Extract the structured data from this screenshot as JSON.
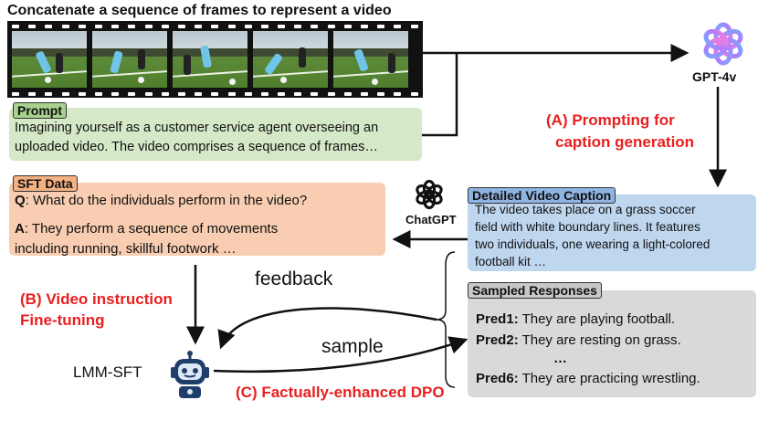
{
  "title": "Concatenate a sequence of frames to represent a video",
  "prompt": {
    "label": "Prompt",
    "line1": "Imagining yourself as a customer service agent overseeing an",
    "line2": "uploaded video. The video comprises a sequence of frames…"
  },
  "gpt4v": {
    "name": "GPT-4v",
    "icon": "openai-logo-gradient"
  },
  "step_a": {
    "line1": "(A) Prompting for",
    "line2": "caption generation"
  },
  "sft_data": {
    "label": "SFT Data",
    "q_prefix": "Q",
    "q_text": ": What do the individuals perform in the video?",
    "a_prefix": "A",
    "a_line1": ": They perform a sequence of movements",
    "a_line2": "including running, skillful footwork …"
  },
  "chatgpt": {
    "name": "ChatGPT",
    "icon": "openai-logo"
  },
  "caption": {
    "label": "Detailed Video Caption",
    "lines": [
      "The video takes place on a grass soccer",
      "field with white boundary lines. It features",
      "two individuals, one wearing a light-colored",
      "football kit …"
    ]
  },
  "step_b": {
    "line1": "(B) Video instruction",
    "line2": "Fine-tuning"
  },
  "feedback_label": "feedback",
  "sample_label": "sample",
  "responses": {
    "label": "Sampled Responses",
    "items": [
      {
        "pred": "Pred1:",
        "text": " They are playing football."
      },
      {
        "pred": "Pred2:",
        "text": " They are resting on grass."
      },
      {
        "pred": "",
        "text": "…"
      },
      {
        "pred": "Pred6:",
        "text": " They are practicing wrestling."
      }
    ]
  },
  "lmm": {
    "name": "LMM-SFT",
    "icon": "robot-icon"
  },
  "step_c": "(C) Factually-enhanced DPO",
  "colors": {
    "accent_red": "#e8201f",
    "prompt_bg": "#d5e8c7",
    "sft_bg": "#f8cdb1",
    "caption_bg": "#bfd6ef",
    "responses_bg": "#d9d9d9"
  }
}
